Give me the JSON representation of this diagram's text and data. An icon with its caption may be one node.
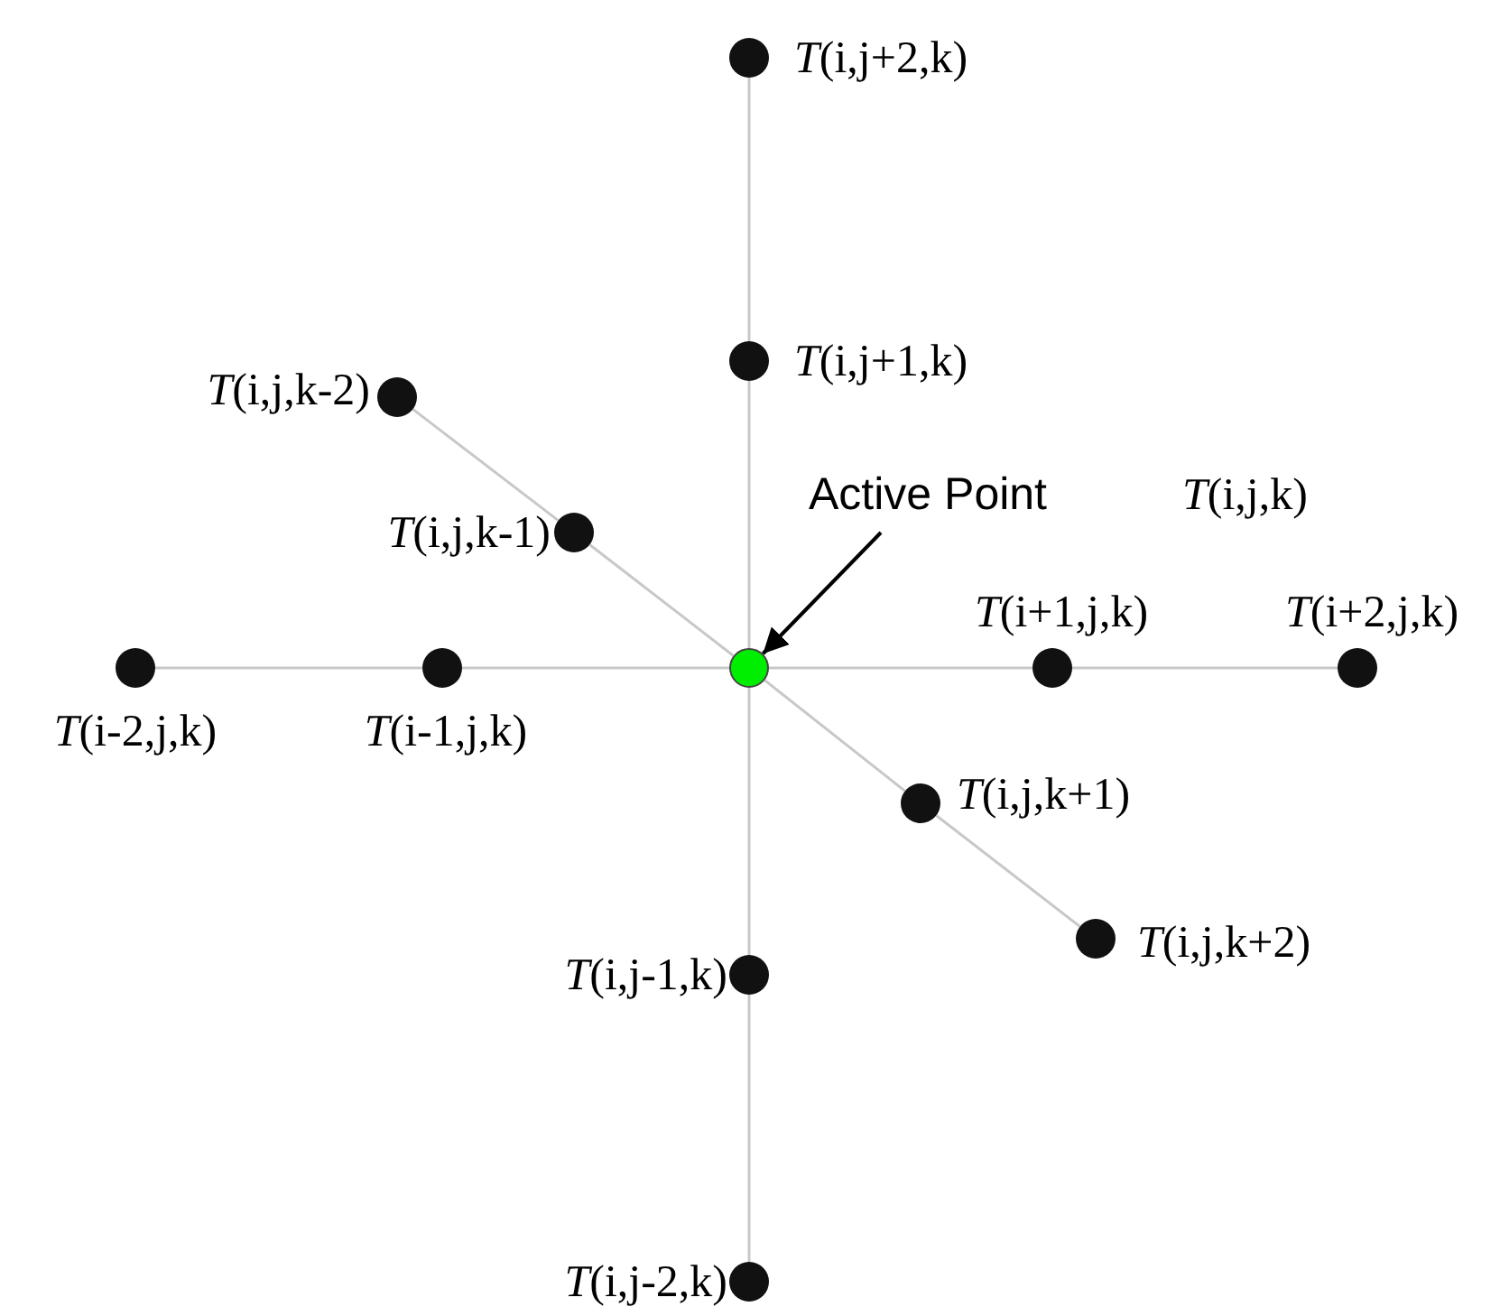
{
  "diagram": {
    "nodes": [
      {
        "text": [],
        "shape": "circle",
        "beside": [
          "*T*(i,j+2,k)"
        ]
      },
      {
        "text": [],
        "shape": "circle",
        "beside": [
          "*T*(i,j+1,k)"
        ]
      },
      {
        "text": [],
        "shape": "circle",
        "beside": [
          "*T*(i,j,k-2)"
        ]
      },
      {
        "text": [],
        "shape": "circle",
        "beside": [
          "*T*(i,j,k-1)"
        ]
      },
      {
        "text": [
          "Active Point"
        ]
      },
      {
        "text": [],
        "shape": "circle"
      },
      {
        "text": [],
        "shape": "circle",
        "beside": [
          "*T*(i-2,j,k)"
        ]
      },
      {
        "text": [],
        "shape": "circle",
        "beside": [
          "*T*(i-1,j,k)"
        ]
      },
      {
        "text": [],
        "shape": "circle",
        "beside": [
          "*T*(i+1,j,k)"
        ]
      },
      {
        "text": [],
        "shape": "circle",
        "beside": [
          "*T*(i+2,j,k)"
        ]
      },
      {
        "text": [],
        "shape": "circle",
        "beside": [
          "*T*(i,j,k+1)"
        ]
      },
      {
        "text": [],
        "shape": "circle",
        "beside": [
          "*T*(i,j,k+2)"
        ]
      },
      {
        "text": [],
        "shape": "circle",
        "beside": [
          "*T*(i,j-1,k)"
        ]
      },
      {
        "text": [],
        "shape": "circle",
        "beside": [
          "*T*(i,j-2,k)"
        ]
      }
    ],
    "edges": [
      {
        "from": 0,
        "to": 1,
        "arrow": "none"
      },
      {
        "from": 1,
        "to": 5,
        "arrow": "none"
      },
      {
        "from": 5,
        "to": 12,
        "arrow": "none"
      },
      {
        "from": 12,
        "to": 13,
        "arrow": "none"
      },
      {
        "from": 6,
        "to": 7,
        "arrow": "none"
      },
      {
        "from": 7,
        "to": 5,
        "arrow": "none"
      },
      {
        "from": 5,
        "to": 8,
        "arrow": "none"
      },
      {
        "from": 8,
        "to": 9,
        "arrow": "none"
      },
      {
        "from": 2,
        "to": 3,
        "arrow": "none"
      },
      {
        "from": 3,
        "to": 5,
        "arrow": "none"
      },
      {
        "from": 5,
        "to": 10,
        "arrow": "none"
      },
      {
        "from": 10,
        "to": 11,
        "arrow": "none"
      },
      {
        "from": 4,
        "to": 5,
        "arrow": "to",
        "color": "#000000"
      }
    ],
    "labels": [
      "*T*(i,j,k)"
    ]
  }
}
